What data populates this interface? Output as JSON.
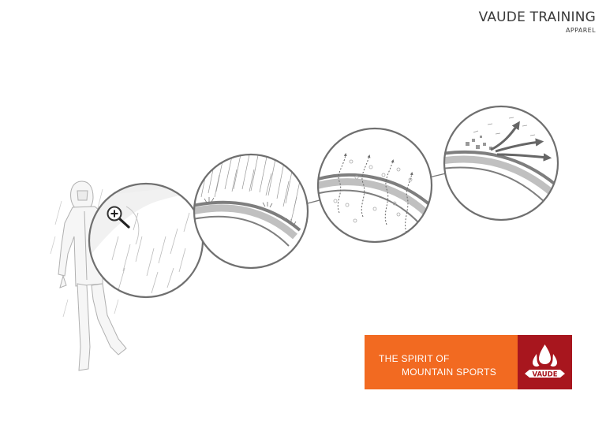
{
  "header": {
    "title": "VAUDE TRAINING",
    "subtitle": "APPAREL"
  },
  "brand": {
    "slogan_line1": "THE SPIRIT OF",
    "slogan_line2": "MOUNTAIN SPORTS",
    "logo_text": "VAUDE",
    "orange": "#f26a21",
    "red": "#a8161e"
  },
  "illustration": {
    "icons": [
      "person-in-jacket-icon",
      "magnifier-plus-icon",
      "rain-icon",
      "vapor-arrow-icon",
      "wind-arrow-icon"
    ]
  }
}
